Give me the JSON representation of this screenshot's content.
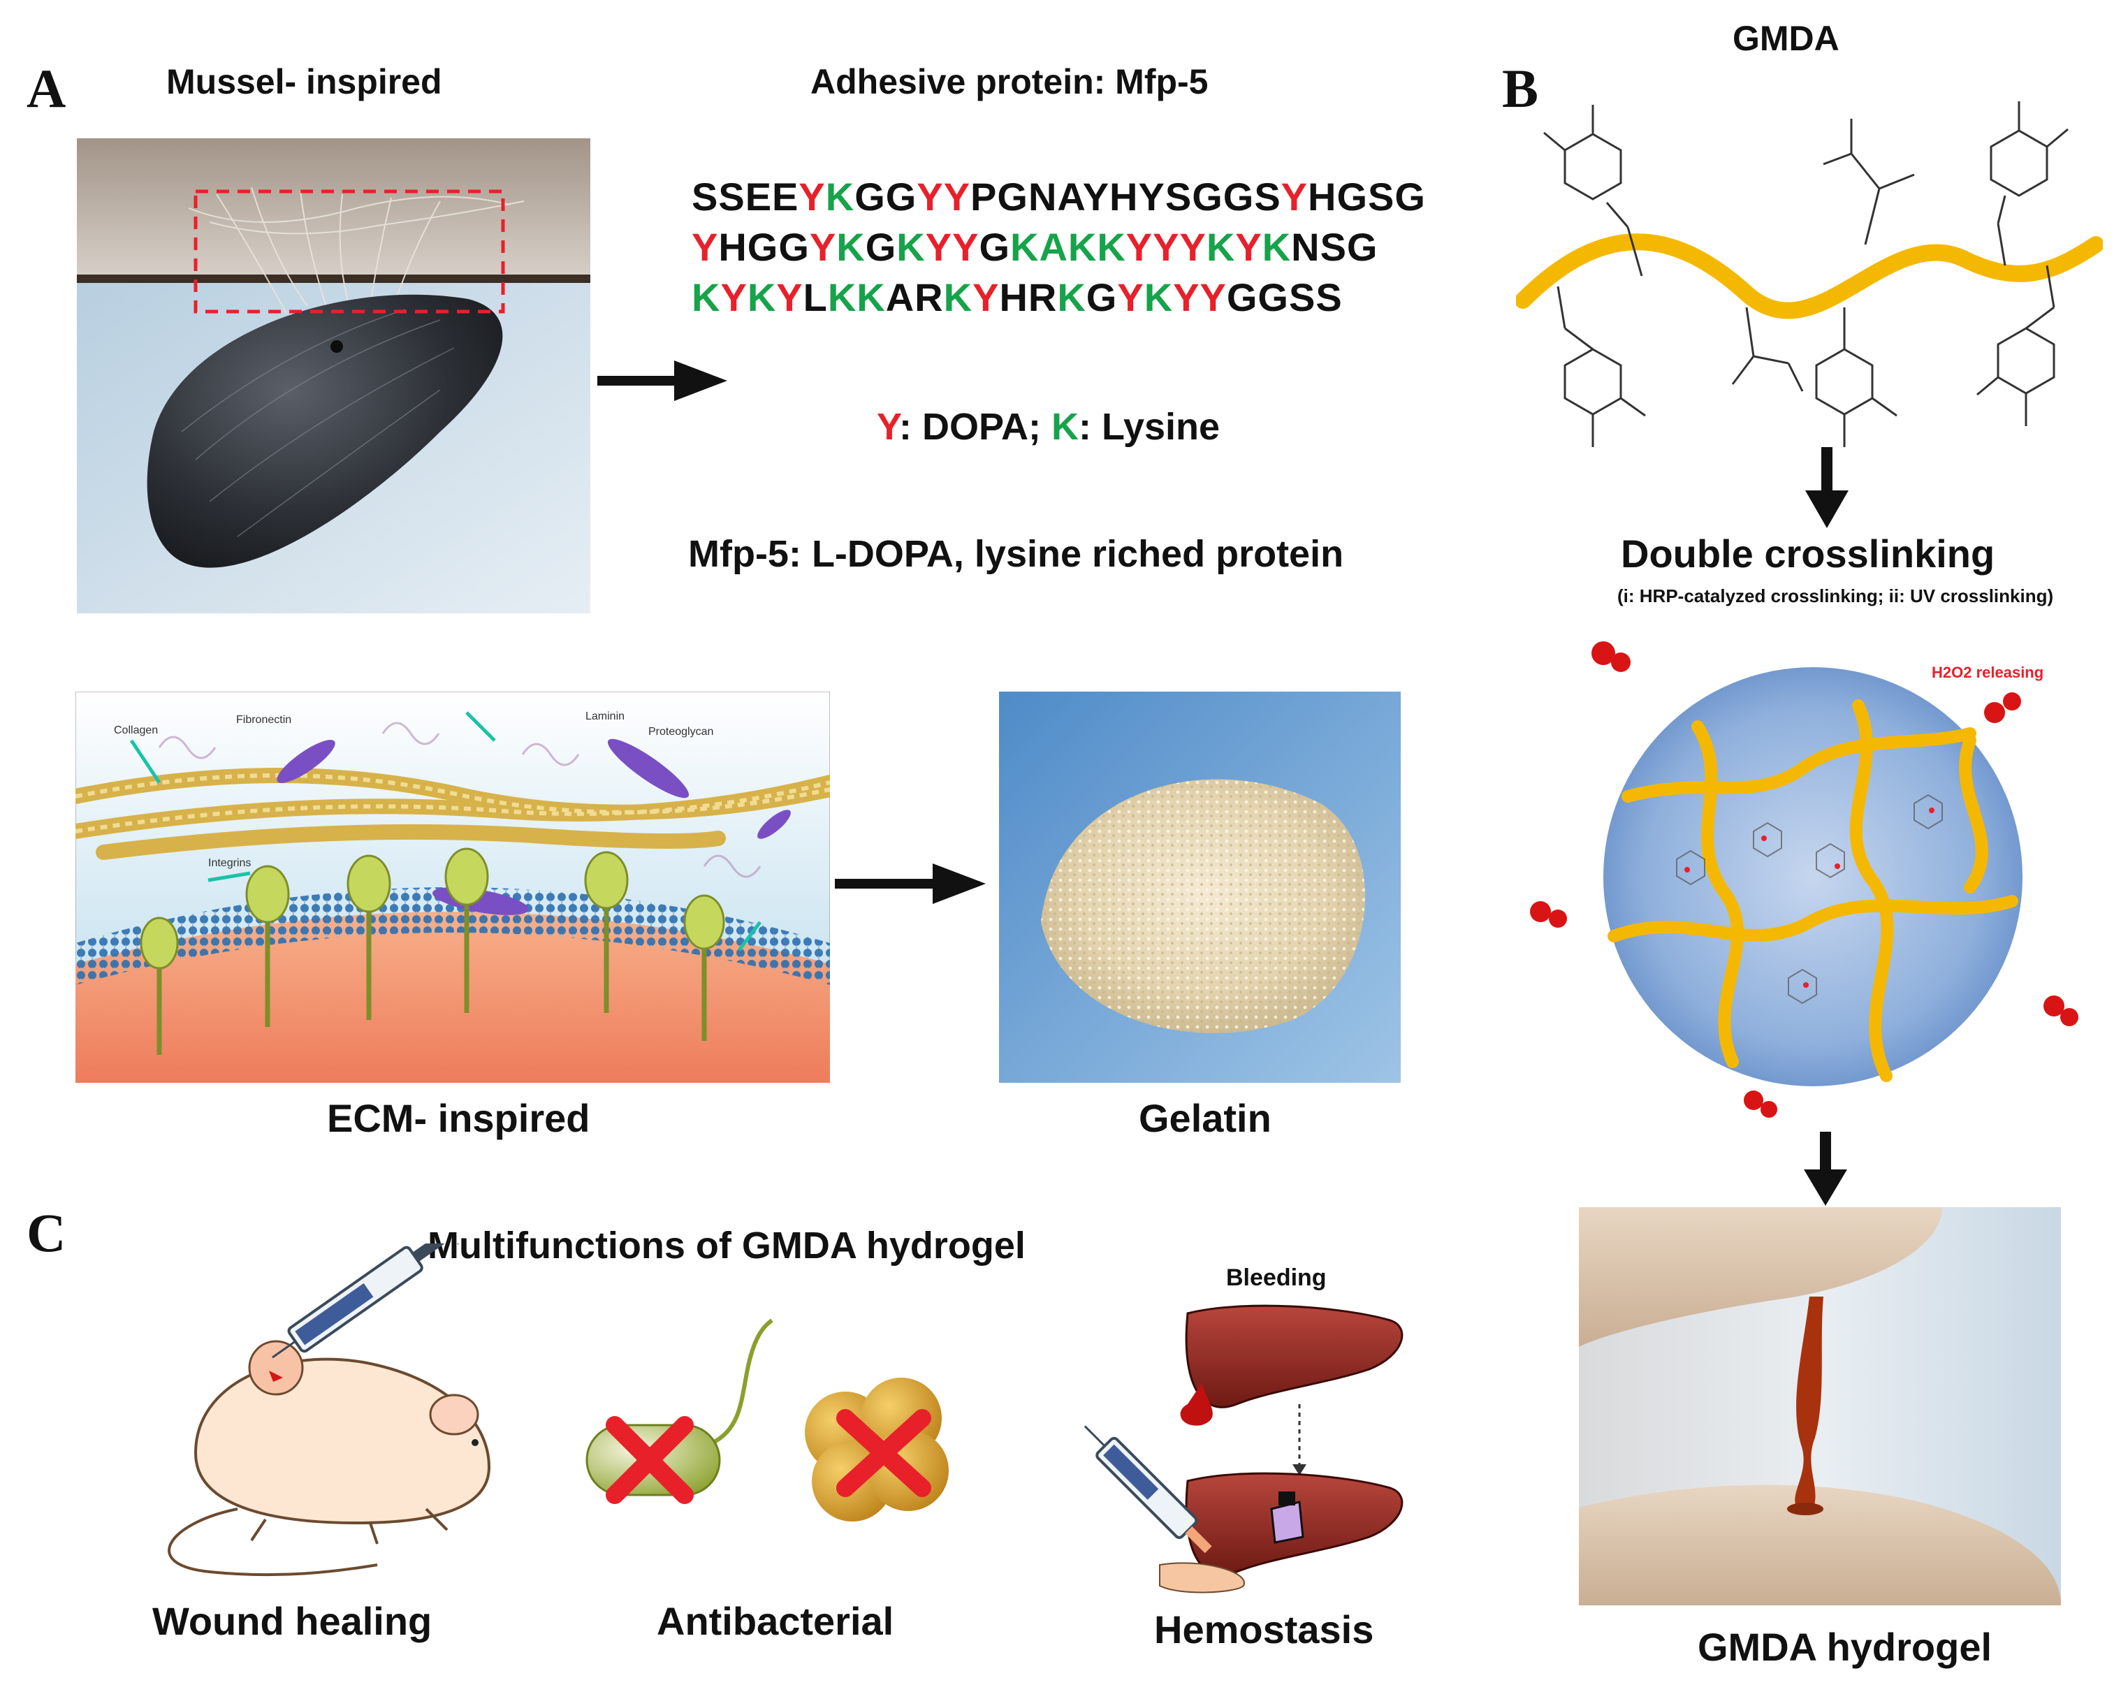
{
  "panels": {
    "a": "A",
    "b": "B",
    "c": "C"
  },
  "panel_a": {
    "mussel_title": "Mussel- inspired",
    "protein_title": "Adhesive protein: Mfp-5",
    "sequence_lines": [
      [
        [
          "SSEE",
          "k"
        ],
        [
          "Y",
          "r"
        ],
        [
          "K",
          "g"
        ],
        [
          "GG",
          "k"
        ],
        [
          "YY",
          "r"
        ],
        [
          "PGNAYHYSGGS",
          "k"
        ],
        [
          "Y",
          "r"
        ],
        [
          "HGSG",
          "k"
        ]
      ],
      [
        [
          "Y",
          "r"
        ],
        [
          "HGG",
          "k"
        ],
        [
          "Y",
          "r"
        ],
        [
          "K",
          "g"
        ],
        [
          "G",
          "k"
        ],
        [
          "K",
          "g"
        ],
        [
          "YY",
          "r"
        ],
        [
          "G",
          "k"
        ],
        [
          "KA",
          "g"
        ],
        [
          "KK",
          "g"
        ],
        [
          "YYY",
          "r"
        ],
        [
          "K",
          "g"
        ],
        [
          "Y",
          "r"
        ],
        [
          "K",
          "g"
        ],
        [
          "NSG",
          "k"
        ]
      ],
      [
        [
          "K",
          "g"
        ],
        [
          "Y",
          "r"
        ],
        [
          "K",
          "g"
        ],
        [
          "Y",
          "r"
        ],
        [
          "L",
          "k"
        ],
        [
          "KK",
          "g"
        ],
        [
          "AR",
          "k"
        ],
        [
          "K",
          "g"
        ],
        [
          "Y",
          "r"
        ],
        [
          "HR",
          "k"
        ],
        [
          "K",
          "g"
        ],
        [
          "G",
          "k"
        ],
        [
          "Y",
          "r"
        ],
        [
          "K",
          "g"
        ],
        [
          "YY",
          "r"
        ],
        [
          "GGSS",
          "k"
        ]
      ]
    ],
    "legend": {
      "y_letter": "Y",
      "y_text": ": DOPA; ",
      "k_letter": "K",
      "k_text": ": Lysine"
    },
    "summary": "Mfp-5: L-DOPA, lysine riched protein",
    "ecm_caption": "ECM- inspired",
    "gelatin_caption": "Gelatin",
    "ecm_labels": [
      "Collagen",
      "Fibronectin",
      "Laminin",
      "Proteoglycan",
      "Integrins"
    ]
  },
  "panel_b": {
    "title": "GMDA",
    "crosslink_title": "Double crosslinking",
    "crosslink_note": "(i: HRP-catalyzed crosslinking; ii: UV crosslinking)",
    "release_label": "H2O2 releasing",
    "hydrogel_caption": "GMDA hydrogel"
  },
  "panel_c": {
    "title": "Multifunctions of GMDA hydrogel",
    "bleeding_label": "Bleeding",
    "functions": [
      "Wound healing",
      "Antibacterial",
      "Hemostasis"
    ]
  },
  "colors": {
    "dopa_red": "#e8202a",
    "lysine_green": "#16a34a",
    "backbone_orange": "#f5b800",
    "gel_blue": "#8fb0dc"
  }
}
